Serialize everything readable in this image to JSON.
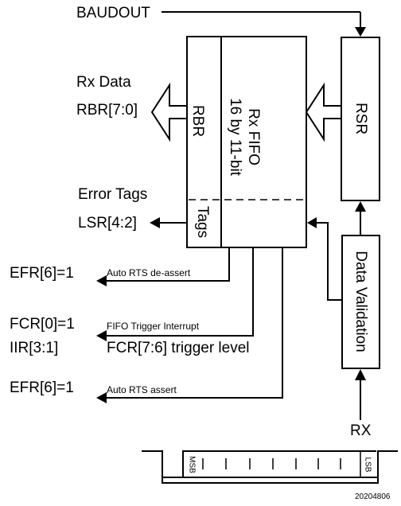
{
  "signals": {
    "baudout": "BAUDOUT",
    "rx_data": "Rx Data",
    "rbr_bits": "RBR[7:0]",
    "error_tags": "Error Tags",
    "lsr_bits": "LSR[4:2]",
    "efr_top": "EFR[6]=1",
    "auto_rts_deassert": "Auto RTS de-assert",
    "fcr0": "FCR[0]=1",
    "fifo_trigger_interrupt": "FIFO Trigger Interrupt",
    "iir": "IIR[3:1]",
    "fcr_trigger_level": "FCR[7:6] trigger level",
    "efr_bottom": "EFR[6]=1",
    "auto_rts_assert": "Auto RTS assert",
    "rx": "RX"
  },
  "blocks": {
    "rbr": "RBR",
    "fifo_line1": "Rx FIFO",
    "fifo_line2": "16 by 11-bit",
    "tags": "Tags",
    "rsr": "RSR",
    "data_validation": "Data Validation"
  },
  "frame": {
    "msb": "MSB",
    "lsb": "LSB"
  },
  "figure_id": "20204806"
}
